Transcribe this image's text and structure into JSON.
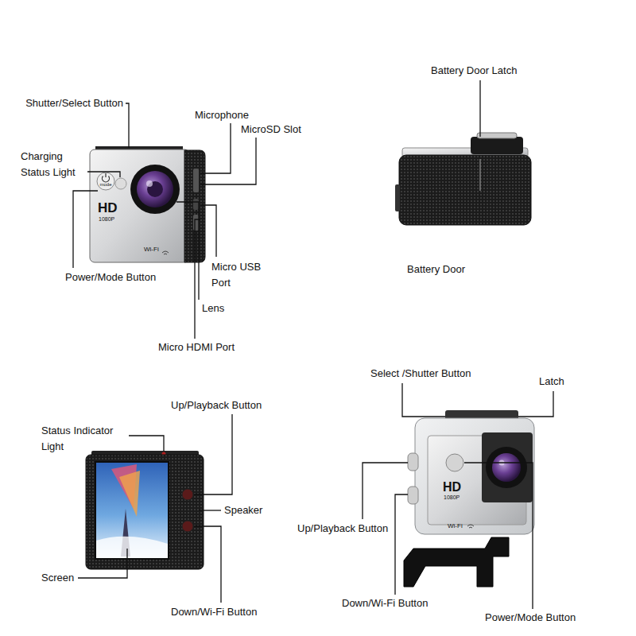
{
  "diagram": {
    "labels": [
      "Shutter/Select Button",
      "Charging Status Light",
      "Microphone",
      "MicroSD Slot",
      "mode",
      "HD",
      "1080P",
      "Wi-Fi",
      "Power/Mode Button",
      "Micro USB Port",
      "Lens",
      "Micro HDMI Port",
      "Battery Door Latch",
      "Battery Door",
      "Status Indicator Light",
      "Up/Playback Button",
      "Speaker",
      "Screen",
      "Down/Wi-Fi Button",
      "Select /Shutter Button",
      "Latch",
      "Up/Playback Button",
      "HD",
      "1080P",
      "Wi-Fi",
      "Down/Wi-Fi Button",
      "Power/Mode Button"
    ]
  }
}
